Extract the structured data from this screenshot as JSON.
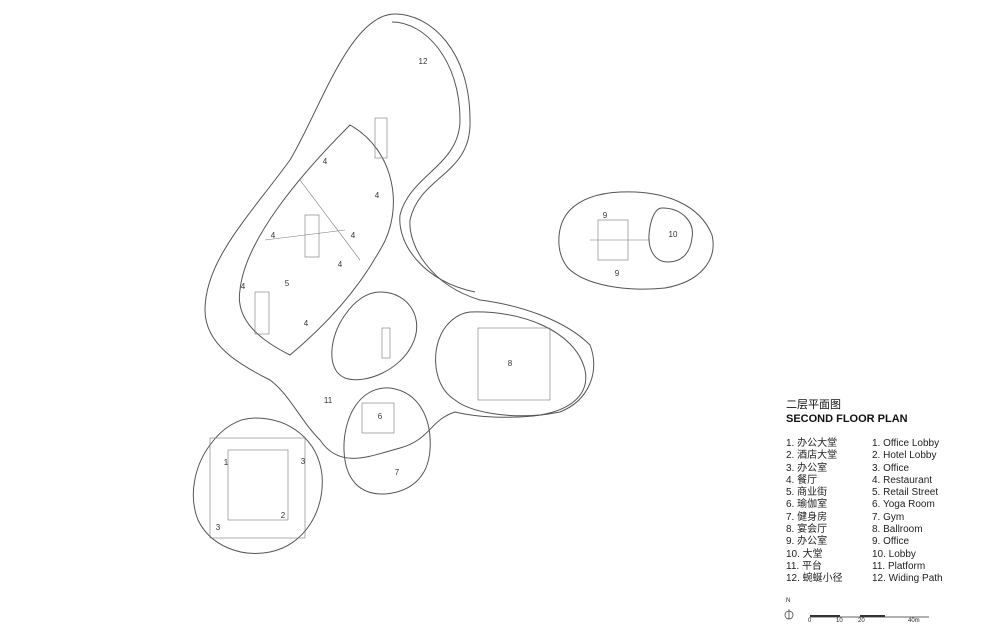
{
  "legend": {
    "title_cn": "二层平面图",
    "title_en": "SECOND FLOOR PLAN",
    "items_cn": [
      "1. 办公大堂",
      "2. 酒店大堂",
      "3. 办公室",
      "4. 餐厅",
      "5. 商业街",
      "6. 瑜伽室",
      "7. 健身房",
      "8. 宴会厅",
      "9. 办公室",
      "10. 大堂",
      "11. 平台",
      "12. 蜿蜒小径"
    ],
    "items_en": [
      "1. Office Lobby",
      "2. Hotel Lobby",
      "3. Office",
      "4. Restaurant",
      "5. Retail Street",
      "6. Yoga Room",
      "7. Gym",
      "8. Ballroom",
      "9. Office",
      "10. Lobby",
      "11. Platform",
      "12. Widing Path"
    ]
  },
  "plan_labels": [
    "12",
    "4",
    "4",
    "4",
    "4",
    "4",
    "4",
    "4",
    "5",
    "8",
    "9",
    "9",
    "10",
    "11",
    "6",
    "7",
    "1",
    "2",
    "3",
    "3"
  ],
  "scale": {
    "north": "N",
    "ticks": [
      "0",
      "10",
      "20",
      "40m"
    ]
  }
}
